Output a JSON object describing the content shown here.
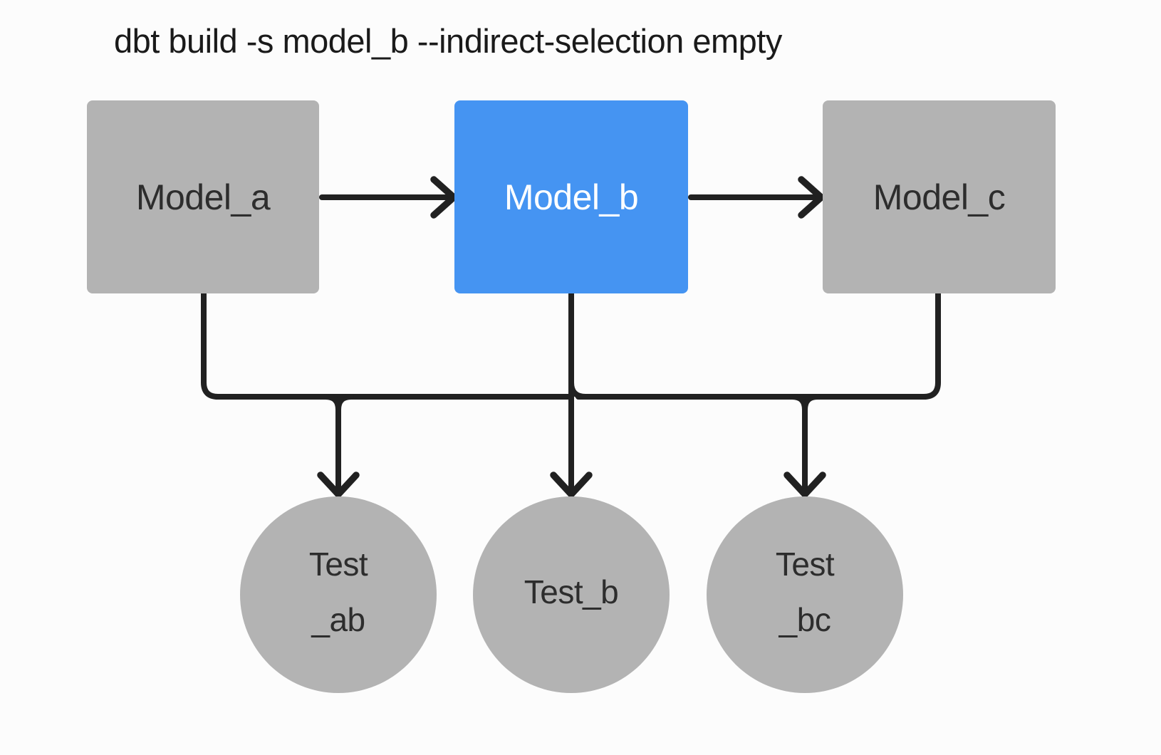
{
  "title": "dbt build -s model_b --indirect-selection empty",
  "nodes": {
    "model_a": {
      "label": "Model_a",
      "type": "model",
      "highlighted": false
    },
    "model_b": {
      "label": "Model_b",
      "type": "model",
      "highlighted": true
    },
    "model_c": {
      "label": "Model_c",
      "type": "model",
      "highlighted": false
    },
    "test_ab": {
      "line1": "Test",
      "line2": "_ab",
      "type": "test"
    },
    "test_b": {
      "label": "Test_b",
      "type": "test"
    },
    "test_bc": {
      "line1": "Test",
      "line2": "_bc",
      "type": "test"
    }
  },
  "edges": [
    {
      "from": "model_a",
      "to": "model_b",
      "style": "arrow"
    },
    {
      "from": "model_b",
      "to": "model_c",
      "style": "arrow"
    },
    {
      "from": "model_a",
      "to": "tests_bus",
      "style": "line"
    },
    {
      "from": "model_b",
      "to": "tests_bus",
      "style": "line"
    },
    {
      "from": "model_c",
      "to": "tests_bus",
      "style": "line"
    },
    {
      "from": "tests_bus",
      "to": "test_ab",
      "style": "arrow"
    },
    {
      "from": "tests_bus",
      "to": "test_b",
      "style": "arrow"
    },
    {
      "from": "tests_bus",
      "to": "test_bc",
      "style": "arrow"
    }
  ],
  "colors": {
    "background": "#fcfcfc",
    "node_gray": "#b3b3b3",
    "node_selected_blue": "#4594f2",
    "connector": "#212121",
    "text_dark": "#2d2d2d",
    "text_on_blue": "#ffffff",
    "title_text": "#1a1a1a"
  }
}
